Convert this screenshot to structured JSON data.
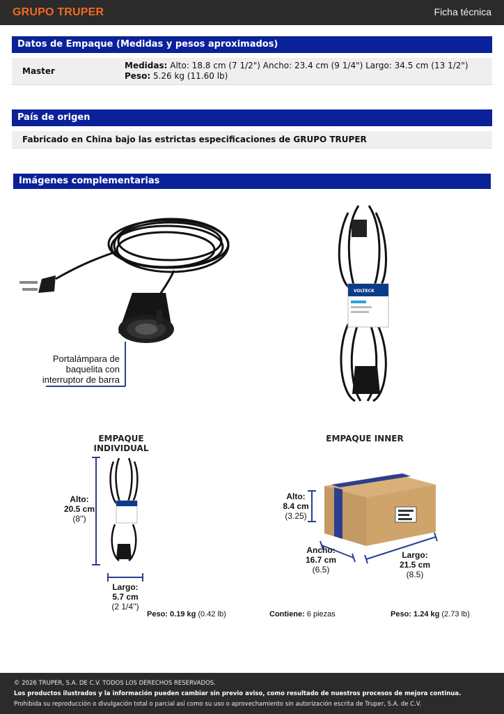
{
  "header": {
    "brand": "GRUPO TRUPER",
    "right_label": "Ficha técnica"
  },
  "packaging": {
    "heading": "Datos de Empaque (Medidas y pesos aproximados)",
    "label": "Master",
    "medidas_label": "Medidas:",
    "medidas_value": " Alto: 18.8 cm (7 1/2\") Ancho: 23.4 cm (9 1/4\") Largo: 34.5 cm (13 1/2\") ",
    "peso_label": "Peso:",
    "peso_value": " 5.26 kg (11.60 lb)"
  },
  "origin": {
    "heading": "País de origen",
    "text": "Fabricado en China bajo las estrictas especificaciones de GRUPO TRUPER"
  },
  "images": {
    "heading": "Imágenes complementarias",
    "caption_lines": [
      "Portalámpara de",
      "baquelita con",
      "interruptor de barra"
    ],
    "product_brand": "VOLTECK"
  },
  "individual": {
    "title": "EMPAQUE INDIVIDUAL",
    "alto_label": "Alto:",
    "alto_cm": "20.5 cm",
    "alto_in": "(8'')",
    "largo_label": "Largo:",
    "largo_cm": "5.7 cm",
    "largo_in": "(2 1/4'')",
    "peso_label": "Peso:",
    "peso_kg": " 0.19 kg",
    "peso_lb": " (0.42 lb)"
  },
  "inner": {
    "title": "EMPAQUE INNER",
    "alto_label": "Alto:",
    "alto_cm": "8.4 cm",
    "alto_in": "(3.25)",
    "ancho_label": "Ancho:",
    "ancho_cm": "16.7 cm",
    "ancho_in": "(6.5)",
    "largo_label": "Largo:",
    "largo_cm": "21.5 cm",
    "largo_in": "(8.5)",
    "contiene_label": "Contiene:",
    "contiene_value": " 6 piezas",
    "peso_label": "Peso:",
    "peso_kg": " 1.24 kg",
    "peso_lb": " (2.73 lb)"
  },
  "footer": {
    "line1": "© 2026 TRUPER, S.A. DE C.V. TODOS LOS DERECHOS RESERVADOS.",
    "line2": "Los productos ilustrados y la información pueden cambiar sin previo aviso, como resultado de nuestros procesos de mejora continua.",
    "line3": "Prohibida su reproducción o divulgación total o parcial así como su uso o aprovechamiento sin autorización escrita de Truper, S.A. de C.V."
  },
  "colors": {
    "section_blue": "#0b2199",
    "brand_orange": "#f26a21",
    "dim_line_blue": "#2a3f8f"
  }
}
